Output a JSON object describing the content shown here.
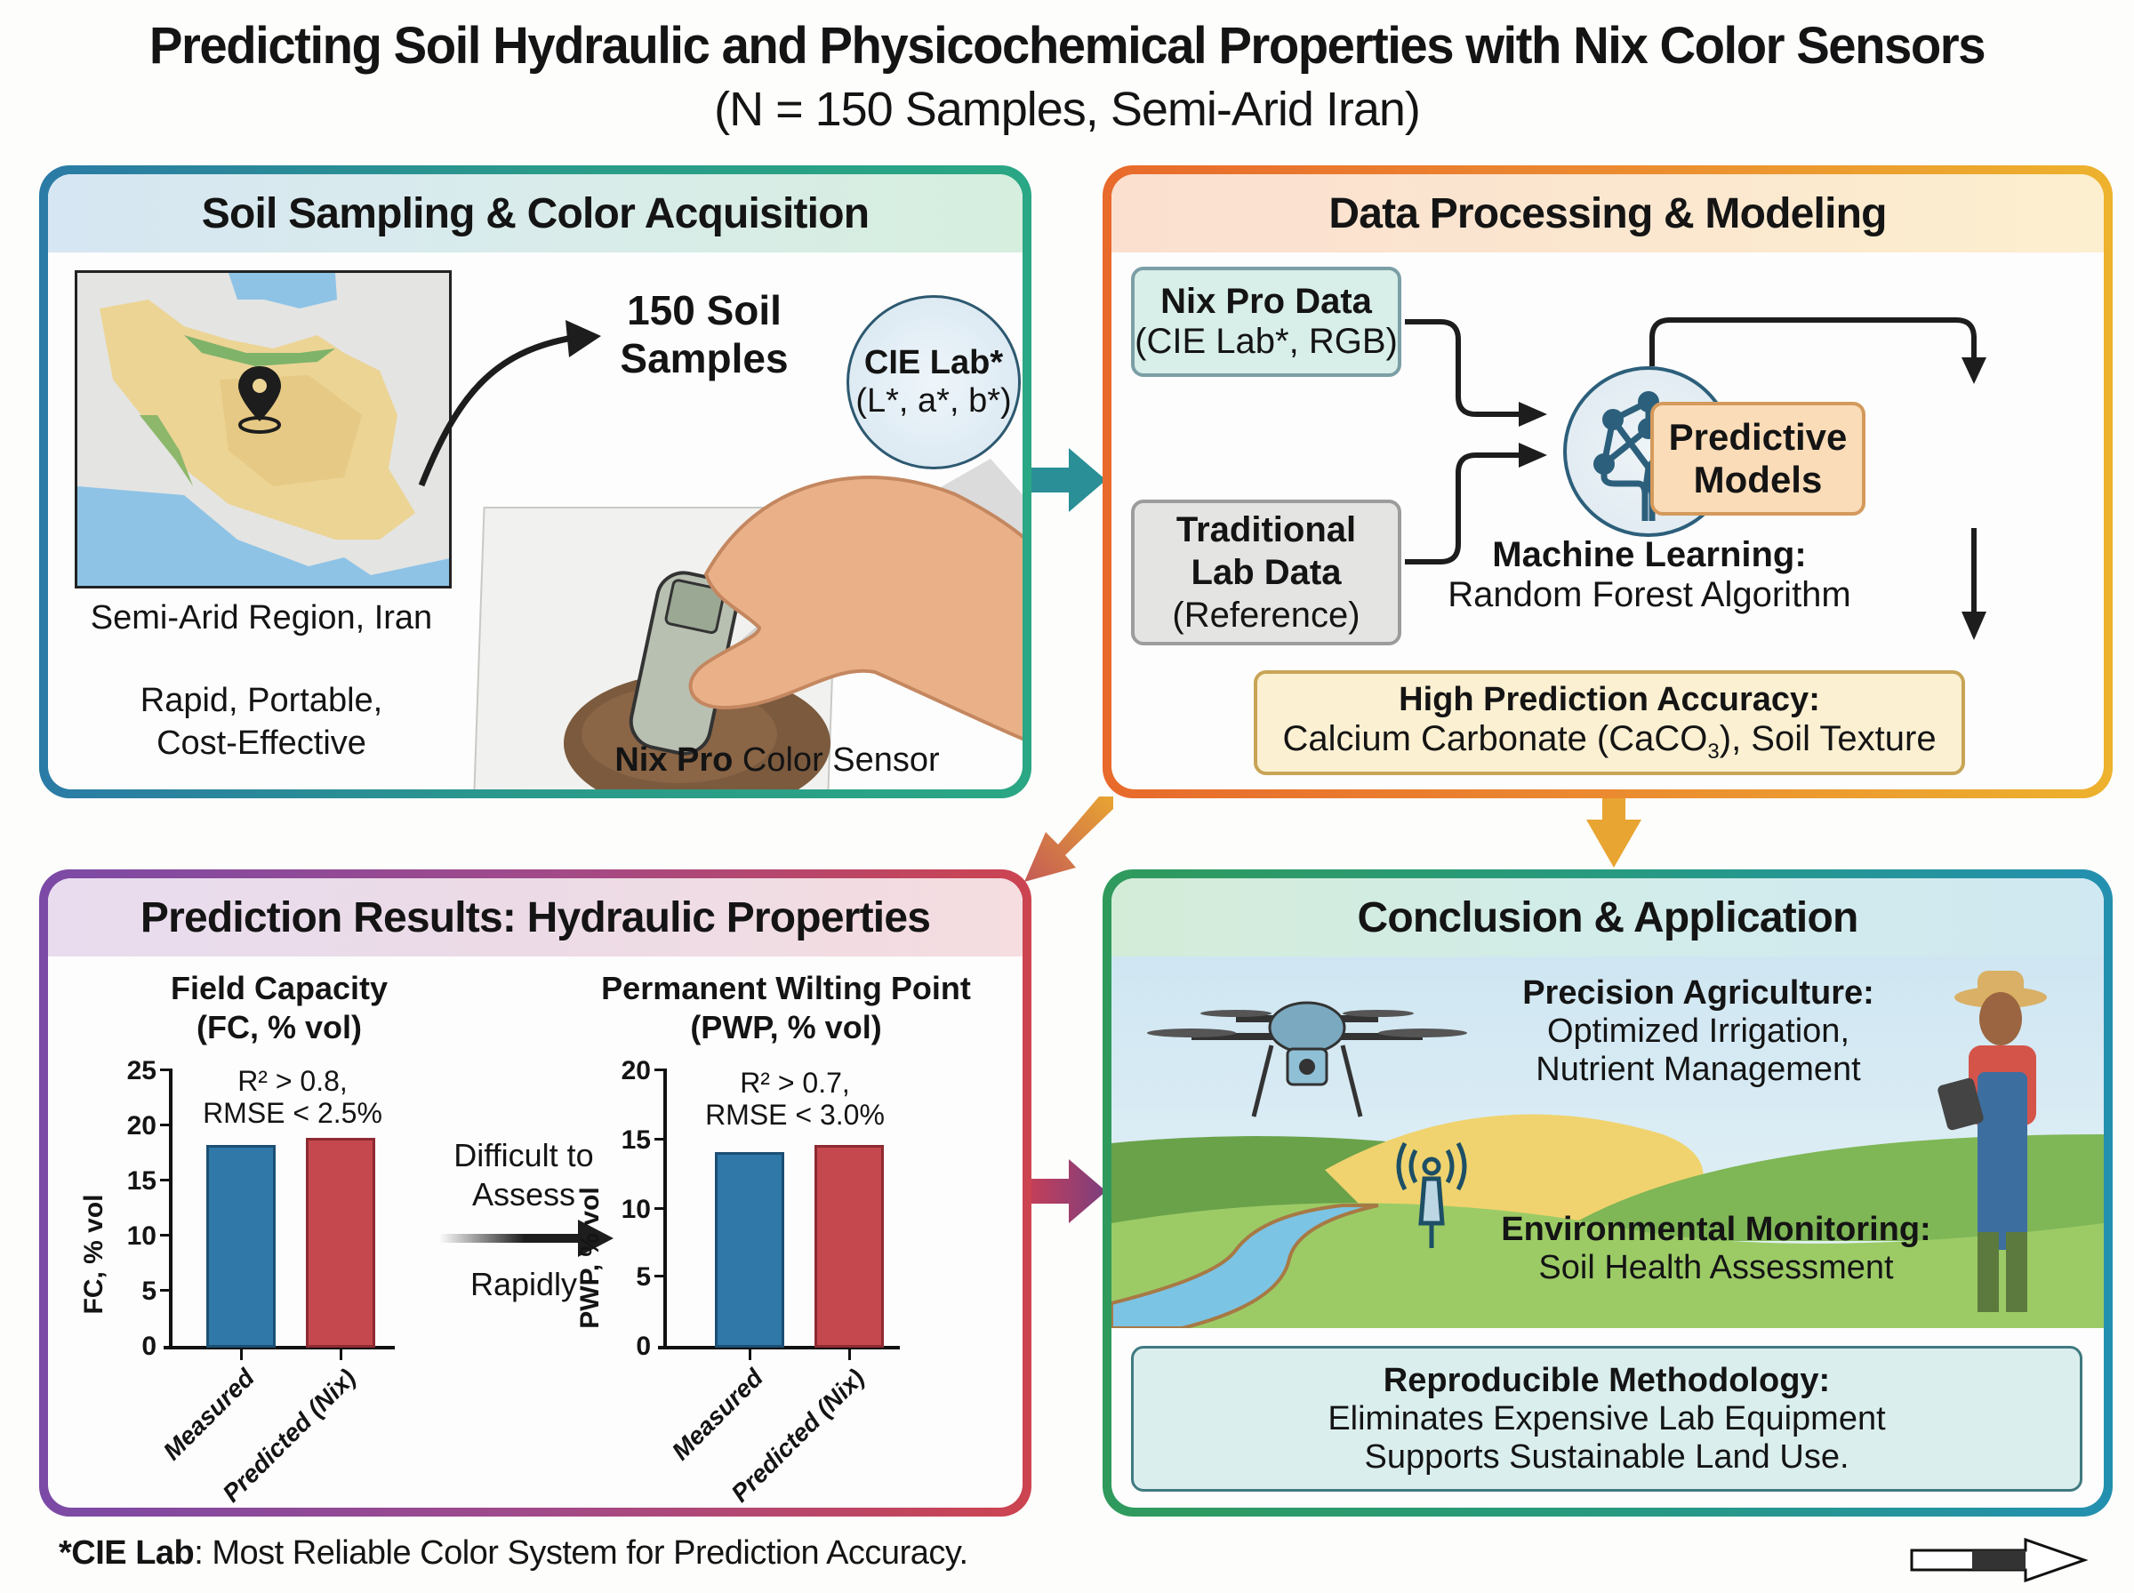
{
  "header": {
    "title": "Predicting Soil Hydraulic and Physicochemical Properties with Nix Color Sensors",
    "subtitle": "(N = 150 Samples, Semi-Arid Iran)"
  },
  "panels": {
    "sampling": {
      "title": "Soil Sampling & Color Acquisition",
      "map_caption": "Semi-Arid Region, Iran",
      "samples_line1": "150 Soil",
      "samples_line2": "Samples",
      "cie_title": "CIE Lab*",
      "cie_components": "(L*, a*, b*)",
      "benefits_line1": "Rapid, Portable,",
      "benefits_line2": "Cost-Effective",
      "sensor_brand": "Nix Pro",
      "sensor_label": " Color Sensor",
      "icons": [
        "map-iran",
        "location-pin-icon",
        "curved-arrow-icon",
        "hand-with-sensor",
        "soil-pile"
      ]
    },
    "modeling": {
      "title": "Data Processing & Modeling",
      "nix_box": {
        "title": "Nix Pro Data",
        "subtitle": "(CIE Lab*, RGB)"
      },
      "lab_box": {
        "line1": "Traditional",
        "line2": "Lab Data",
        "line3": "(Reference)"
      },
      "ml": {
        "title": "Machine Learning:",
        "subtitle": "Random Forest Algorithm",
        "icon": "neural-tree-icon"
      },
      "predictive_box": {
        "line1": "Predictive",
        "line2": "Models"
      },
      "accuracy_box": {
        "title": "High Prediction Accuracy:",
        "text_before": "Calcium Carbonate (CaCO",
        "subscript": "3",
        "text_after": "), Soil Texture"
      }
    },
    "results": {
      "title": "Prediction Results: Hydraulic Properties",
      "middle_note_line1": "Difficult to",
      "middle_note_line2": "Assess",
      "middle_note_line3": "Rapidly"
    },
    "conclusion": {
      "title": "Conclusion & Application",
      "precision": {
        "title": "Precision Agriculture:",
        "line1": "Optimized Irrigation,",
        "line2": "Nutrient Management"
      },
      "environment": {
        "title": "Environmental Monitoring:",
        "line1": "Soil Health Assessment"
      },
      "repro": {
        "title": "Reproducible Methodology:",
        "line1": "Eliminates Expensive Lab Equipment",
        "line2": "Supports Sustainable Land Use."
      },
      "icons": [
        "drone-icon",
        "farmer-with-tablet",
        "antenna-sensor-icon",
        "river",
        "hills"
      ]
    }
  },
  "footnote": {
    "bold": "*CIE Lab",
    "text": ": Most Reliable Color System for Prediction Accuracy."
  },
  "colors": {
    "measured_bar": "#2f78a8",
    "predicted_bar": "#c6484f",
    "panel1_border": "#2a8aa0",
    "panel2_border": "#eb8a30",
    "panel3_border": "#a14a8a",
    "panel4_border": "#279a80"
  },
  "chart_data": [
    {
      "type": "bar",
      "title": "Field Capacity",
      "subtitle": "(FC, % vol)",
      "categories": [
        "Measured",
        "Predicted (Nix)"
      ],
      "values": [
        18.2,
        18.8
      ],
      "ylabel": "FC, % vol",
      "ylim": [
        0,
        25
      ],
      "yticks": [
        0,
        5,
        10,
        15,
        20,
        25
      ],
      "annotation_line1": "R² > 0.8,",
      "annotation_line2": "RMSE < 2.5%",
      "grid": false,
      "error_bars": true
    },
    {
      "type": "bar",
      "title": "Permanent Wilting Point",
      "subtitle": "(PWP, % vol)",
      "categories": [
        "Measured",
        "Predicted (Nix)"
      ],
      "values": [
        14.0,
        14.5
      ],
      "ylabel": "PWP, % vol",
      "ylim": [
        0,
        20
      ],
      "yticks": [
        0,
        5,
        10,
        15,
        20
      ],
      "annotation_line1": "R² > 0.7,",
      "annotation_line2": "RMSE < 3.0%",
      "grid": false,
      "error_bars": true
    }
  ]
}
